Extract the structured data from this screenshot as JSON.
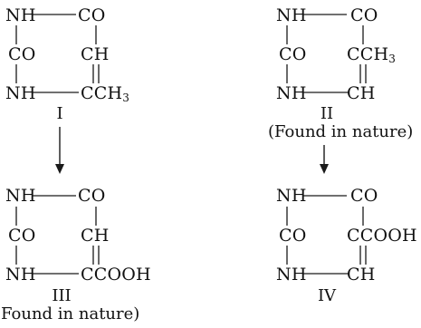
{
  "structures": [
    {
      "id": "I",
      "label": "I",
      "note": "",
      "atoms": {
        "nh_top": "NH",
        "co_top": "CO",
        "co_left": "CO",
        "c_right": "CH",
        "c_right_sub": "",
        "nh_bottom": "NH",
        "c_bottom": "CCH",
        "c_bottom_sub": "3"
      },
      "double_bond": "c_right-c_bottom"
    },
    {
      "id": "II",
      "label": "II",
      "note": "(Found in nature)",
      "atoms": {
        "nh_top": "NH",
        "co_top": "CO",
        "co_left": "CO",
        "c_right": "CCH",
        "c_right_sub": "3",
        "nh_bottom": "NH",
        "c_bottom": "CH",
        "c_bottom_sub": ""
      },
      "double_bond": "c_right-c_bottom"
    },
    {
      "id": "III",
      "label": "III",
      "note": "(Found in nature)",
      "atoms": {
        "nh_top": "NH",
        "co_top": "CO",
        "co_left": "CO",
        "c_right": "CH",
        "c_right_sub": "",
        "nh_bottom": "NH",
        "c_bottom": "CCOOH",
        "c_bottom_sub": ""
      },
      "double_bond": "c_right-c_bottom"
    },
    {
      "id": "IV",
      "label": "IV",
      "note": "",
      "atoms": {
        "nh_top": "NH",
        "co_top": "CO",
        "co_left": "CO",
        "c_right": "CCOOH",
        "c_right_sub": "",
        "nh_bottom": "NH",
        "c_bottom": "CH",
        "c_bottom_sub": ""
      },
      "double_bond": "c_right-c_bottom"
    }
  ],
  "arrows": [
    {
      "from": "I",
      "to": "III"
    },
    {
      "from": "II",
      "to": "IV"
    }
  ]
}
